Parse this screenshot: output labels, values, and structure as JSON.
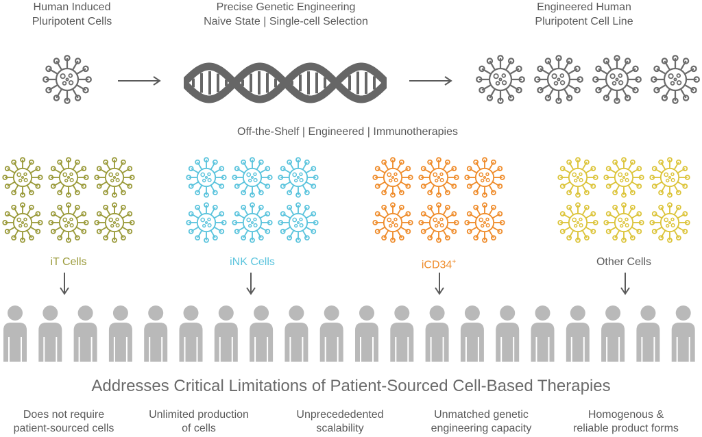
{
  "top": {
    "left_label": [
      "Human Induced",
      "Pluripotent Cells"
    ],
    "middle_title": "Precise Genetic Engineering",
    "middle_sub": "Naive State  |  Single-cell Selection",
    "right_label": [
      "Engineered Human",
      "Pluripotent Cell Line"
    ]
  },
  "tagline": "Off-the-Shelf  |  Engineered  |  Immunotherapies",
  "cell_groups": [
    {
      "label": "iT Cells",
      "color": "#9a9a3a"
    },
    {
      "label": "iNK Cells",
      "color": "#5bc4dd"
    },
    {
      "label": "iCD34",
      "sup": "+",
      "color": "#ef8c2b"
    },
    {
      "label": "Other Cells",
      "color": "#dcc43a"
    }
  ],
  "headline": "Addresses Critical Limitations of Patient-Sourced Cell-Based Therapies",
  "benefits": [
    [
      "Does not require",
      "patient-sourced cells"
    ],
    [
      "Unlimited production",
      "of cells"
    ],
    [
      "Unprecededented",
      "scalability"
    ],
    [
      "Unmatched genetic",
      "engineering capacity"
    ],
    [
      "Homogenous &",
      "reliable product forms"
    ]
  ],
  "colors": {
    "gray_icon": "#6b6b6b",
    "person": "#b9b9b9",
    "text": "#5a5a5a"
  }
}
